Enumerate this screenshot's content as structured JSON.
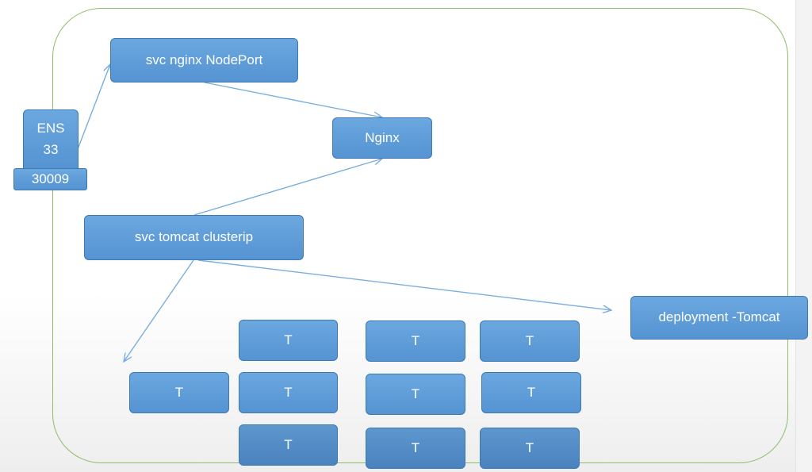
{
  "diagram": {
    "ens_node": {
      "line1": "ENS",
      "line2": "33"
    },
    "port_node": {
      "label": "30009"
    },
    "svc_nginx": {
      "label": "svc nginx NodePort"
    },
    "nginx": {
      "label": "Nginx"
    },
    "svc_tomcat": {
      "label": "svc tomcat clusterip"
    },
    "deployment": {
      "label": "deployment -Tomcat"
    },
    "pods": [
      {
        "label": "T"
      },
      {
        "label": "T"
      },
      {
        "label": "T"
      },
      {
        "label": "T"
      },
      {
        "label": "T"
      },
      {
        "label": "T"
      },
      {
        "label": "T"
      },
      {
        "label": "T"
      },
      {
        "label": "T"
      },
      {
        "label": "T"
      }
    ],
    "colors": {
      "node_fill": "#5b9bd5",
      "node_border": "#3e78b5",
      "connector": "#7aaede",
      "boundary": "#8fbd6a"
    }
  }
}
